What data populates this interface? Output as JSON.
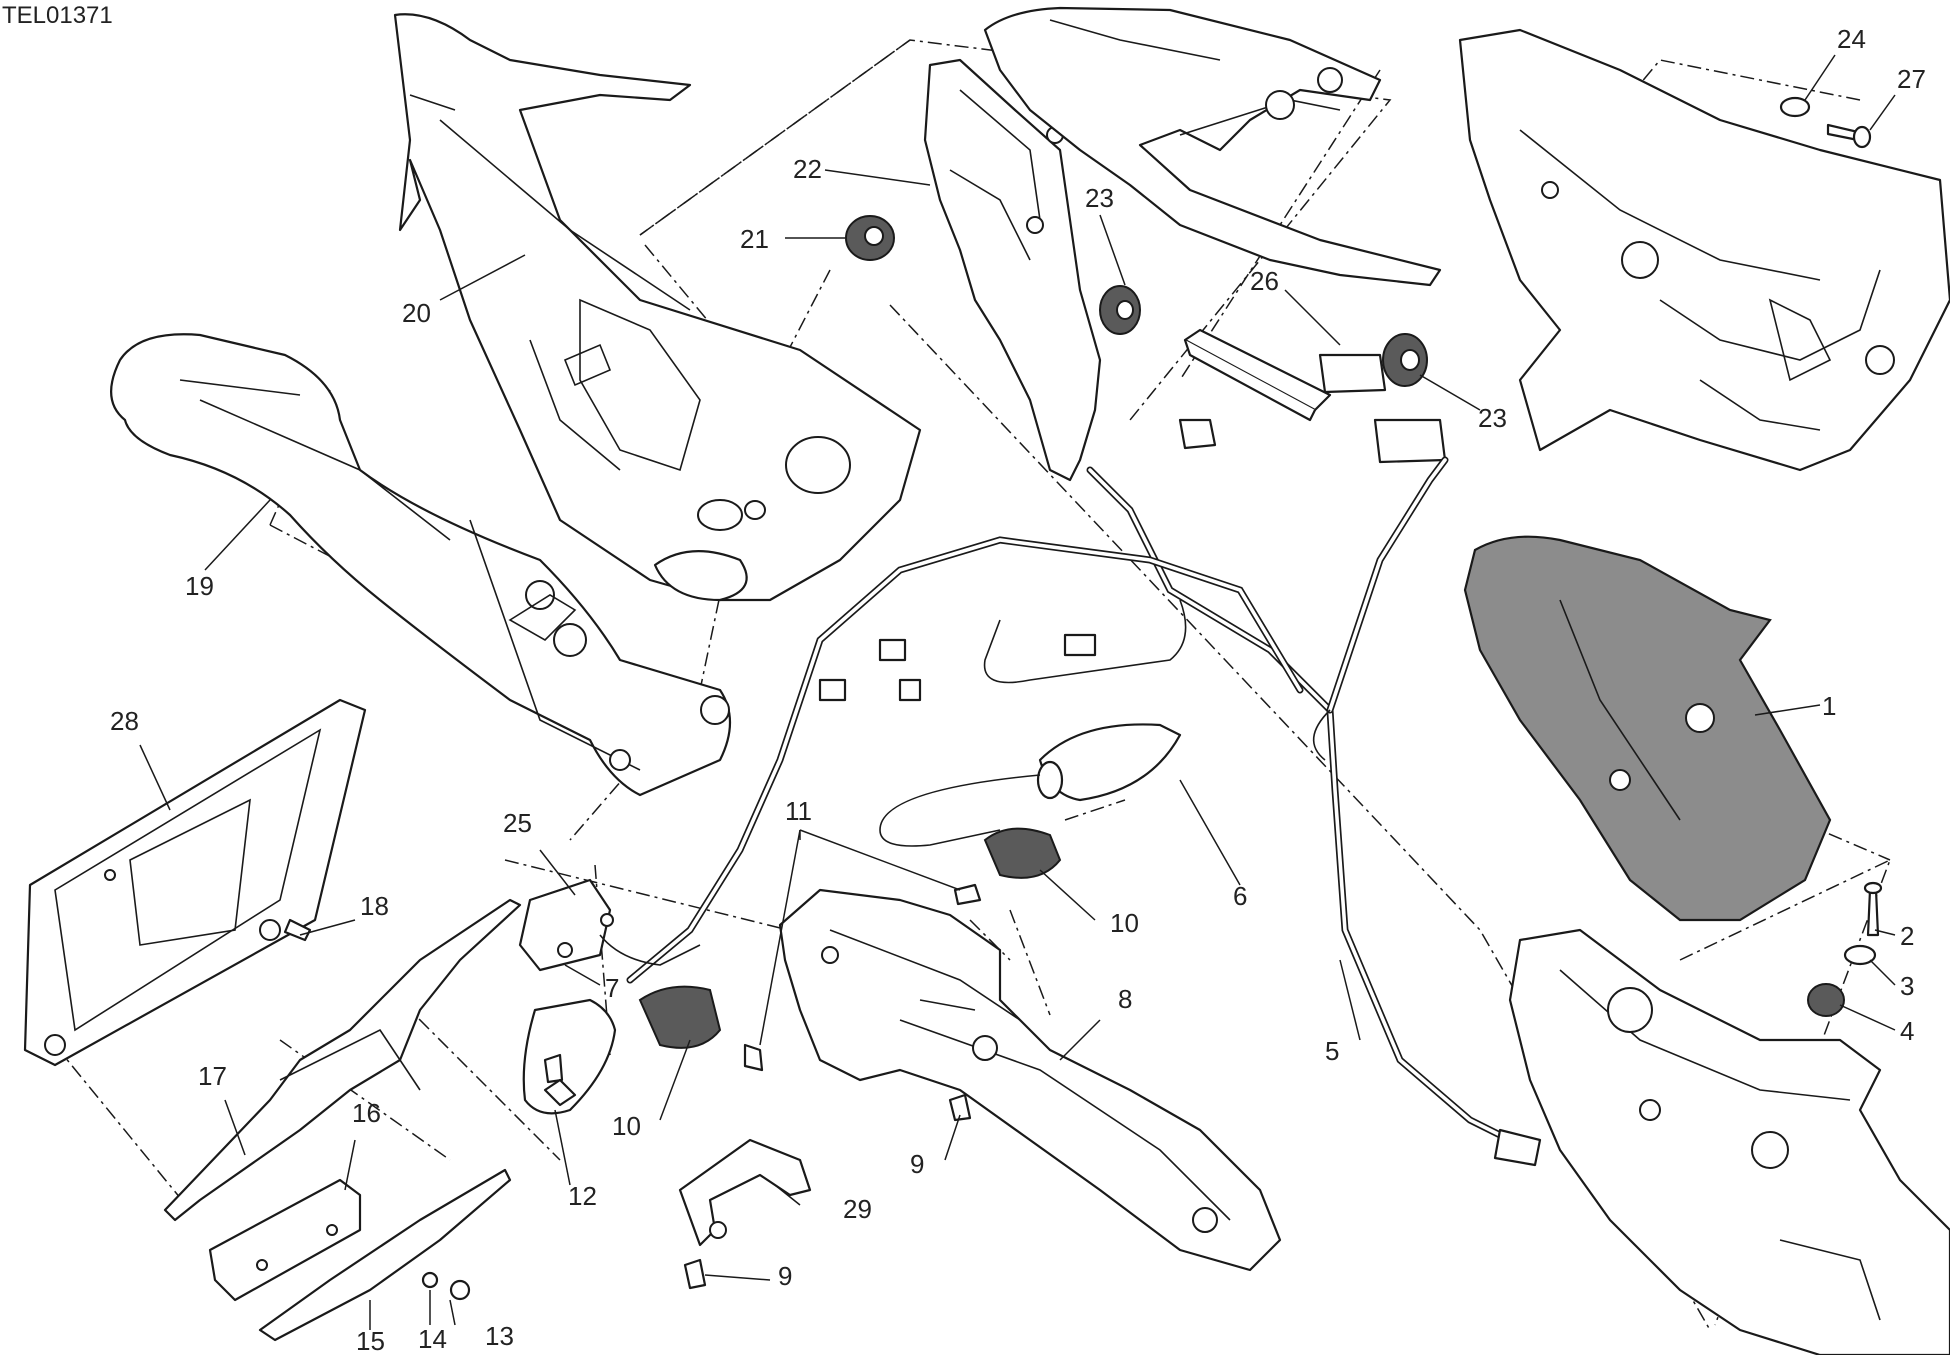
{
  "doc_code": "TEL01371",
  "callouts": {
    "c1": "1",
    "c2": "2",
    "c3": "3",
    "c4": "4",
    "c5": "5",
    "c6": "6",
    "c7": "7",
    "c8": "8",
    "c9a": "9",
    "c9b": "9",
    "c10a": "10",
    "c10b": "10",
    "c11": "11",
    "c12": "12",
    "c13": "13",
    "c14": "14",
    "c15": "15",
    "c16": "16",
    "c17": "17",
    "c18": "18",
    "c19": "19",
    "c20": "20",
    "c21": "21",
    "c22": "22",
    "c23a": "23",
    "c23b": "23",
    "c24": "24",
    "c25": "25",
    "c26": "26",
    "c27": "27",
    "c28": "28",
    "c29": "29"
  }
}
